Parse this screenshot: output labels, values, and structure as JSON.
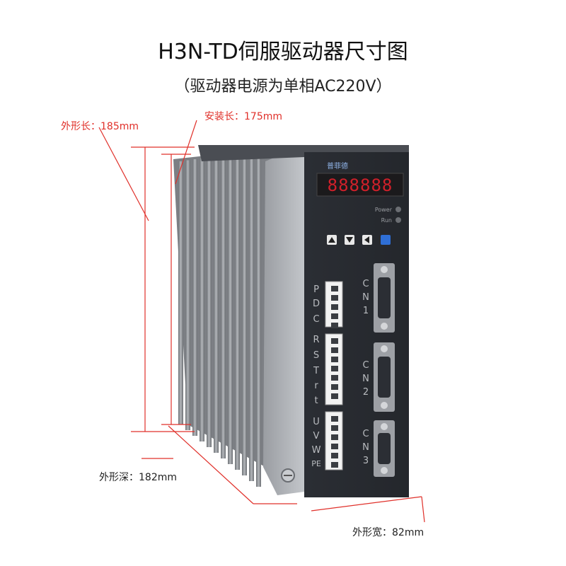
{
  "header": {
    "title": "H3N-TD伺服驱动器尺寸图",
    "subtitle": "（驱动器电源为单相AC220V）"
  },
  "dimensions": {
    "overall_length": "外形长：185mm",
    "mount_length": "安装长：175mm",
    "overall_depth": "外形深：182mm",
    "overall_width": "外形宽：82mm"
  },
  "panel": {
    "brand": "普菲德",
    "display_digits": "888888",
    "power_led_label": "Power",
    "run_led_label": "Run",
    "left_terminal_letters": [
      "P",
      "D",
      "C",
      "R",
      "S",
      "T",
      "r",
      "t",
      "U",
      "V",
      "W",
      "PE"
    ],
    "cn1_label": [
      "C",
      "N",
      "1"
    ],
    "cn2_label": [
      "C",
      "N",
      "2"
    ],
    "cn3_label": [
      "C",
      "N",
      "3"
    ]
  },
  "colors": {
    "dimension_line": "#e0302a",
    "label_red": "#e0302a",
    "label_dark": "#222222",
    "body_dark": "#2a2d33",
    "heatsink": "#8a8d92",
    "display_red": "#d0202a",
    "key_blue": "#2f6fd6"
  }
}
